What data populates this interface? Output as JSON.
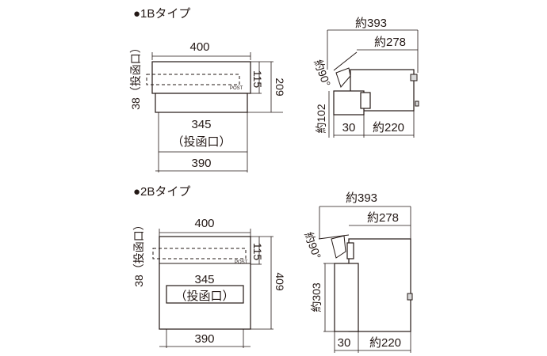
{
  "type1": {
    "title": "●1Bタイプ",
    "front": {
      "width_top": "400",
      "slot_width": "345",
      "slot_label": "（投函口）",
      "width_bottom": "390",
      "height_slot": "115",
      "height_total": "209",
      "slot_height_label": "38（投函口）",
      "post_mark": "POST"
    },
    "side": {
      "depth_total": "約393",
      "depth_body": "約278",
      "angle": "約90°",
      "height": "約102",
      "front_depth": "30",
      "rear_depth": "約220"
    }
  },
  "type2": {
    "title": "●2Bタイプ",
    "front": {
      "width_top": "400",
      "slot_width": "345",
      "slot_label": "（投函口）",
      "width_bottom": "390",
      "height_slot": "115",
      "height_total": "409",
      "slot_height_label": "38（投函口）",
      "post_mark": "POST"
    },
    "side": {
      "depth_total": "約393",
      "depth_body": "約278",
      "angle": "約90°",
      "height": "約303",
      "front_depth": "30",
      "rear_depth": "約220"
    }
  }
}
